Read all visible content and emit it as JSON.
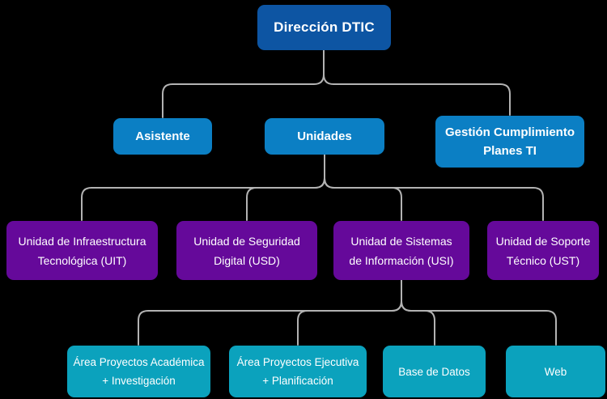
{
  "colors": {
    "root_blue": "#0d55a3",
    "unit_blue": "#0b7fc4",
    "dept_purple": "#65099a",
    "team_teal": "#0ba2bd",
    "connector_gray": "#b3b3b3",
    "canvas_black": "#000000",
    "text_white": "#ffffff"
  },
  "nodes": {
    "root": {
      "lines": [
        "Dirección DTIC"
      ]
    },
    "asistente": {
      "lines": [
        "Asistente"
      ]
    },
    "unidades": {
      "lines": [
        "Unidades"
      ]
    },
    "gestion": {
      "lines": [
        "Gestión Cumplimiento",
        "Planes TI"
      ]
    },
    "uit": {
      "lines": [
        "Unidad de Infraestructura",
        "Tecnológica (UIT)"
      ]
    },
    "usd": {
      "lines": [
        "Unidad de Seguridad",
        "Digital (USD)"
      ]
    },
    "usi": {
      "lines": [
        "Unidad de Sistemas",
        "de Información (USI)"
      ]
    },
    "ust": {
      "lines": [
        "Unidad de Soporte",
        "Técnico (UST)"
      ]
    },
    "area_academica": {
      "lines": [
        "Área Proyectos Académica",
        "+ Investigación"
      ]
    },
    "area_ejecutiva": {
      "lines": [
        "Área Proyectos Ejecutiva",
        "+ Planificación"
      ]
    },
    "base_datos": {
      "lines": [
        "Base de Datos"
      ]
    },
    "web": {
      "lines": [
        "Web"
      ]
    }
  }
}
